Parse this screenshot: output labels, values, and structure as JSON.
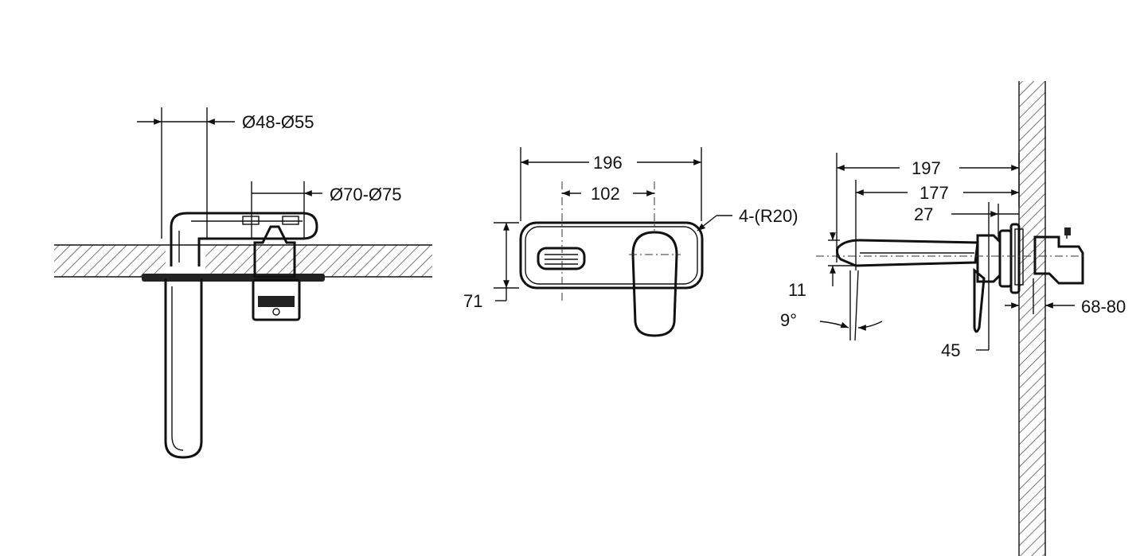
{
  "side_view": {
    "dim_hole_small": "Ø48-Ø55",
    "dim_hole_large": "Ø70-Ø75"
  },
  "front_view": {
    "dim_width": "196",
    "dim_centers": "102",
    "dim_height": "71",
    "dim_radius": "4-(R20)"
  },
  "spout_view": {
    "dim_projection": "197",
    "dim_spout": "177",
    "dim_plate": "27",
    "dim_spout_height": "11",
    "dim_angle": "9°",
    "dim_handle": "45",
    "dim_wall": "68-80"
  },
  "colors": {
    "line": "#111111",
    "hatch": "#555555",
    "background": "#ffffff"
  }
}
